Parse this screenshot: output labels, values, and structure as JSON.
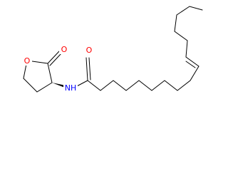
{
  "molecule": {
    "atoms": {
      "ring_oxygen": {
        "symbol": "O",
        "color": "#ff0000"
      },
      "carbonyl_oxygen_lactone": {
        "symbol": "O",
        "color": "#ff0000"
      },
      "carbonyl_oxygen_amide": {
        "symbol": "O",
        "color": "#ff0000"
      },
      "amide_nitrogen": {
        "symbol": "NH",
        "color": "#0000ff"
      }
    },
    "bond_color": "#000000",
    "stereo_bond": "wedge",
    "double_bond_geometry": "cis"
  }
}
